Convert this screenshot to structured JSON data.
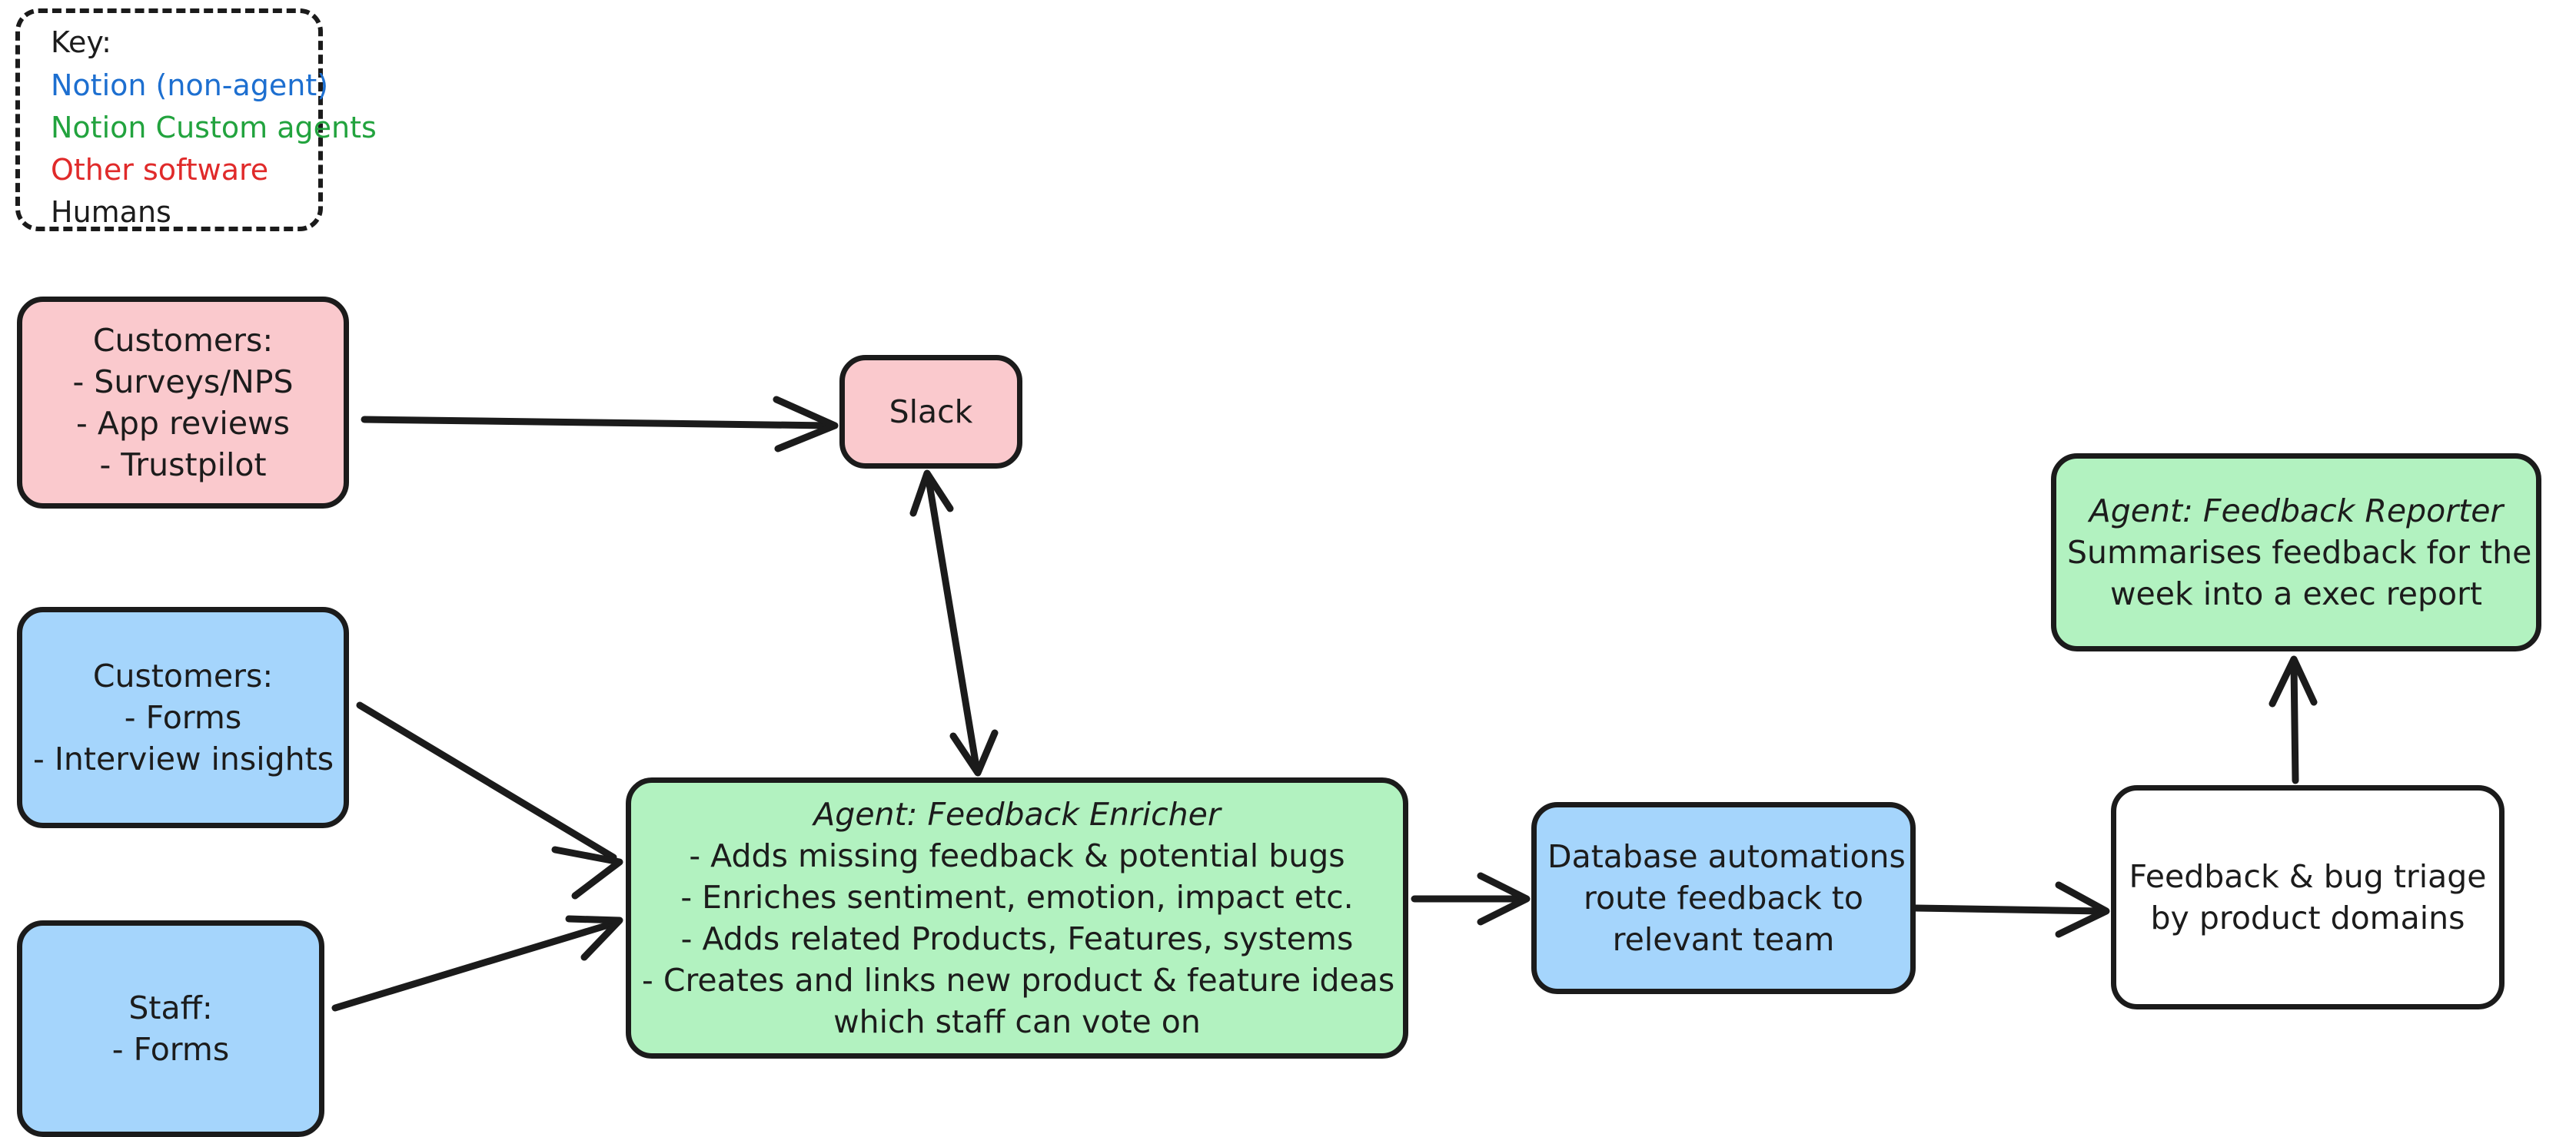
{
  "diagram": {
    "title": "Notion feedback pipeline flow",
    "colors": {
      "pink": "#fac9cd",
      "blue": "#a5d5fc",
      "green": "#b2f2c0",
      "white": "#ffffff",
      "stroke": "#1b1b1b",
      "key_blue_text": "#1d6fd0",
      "key_green_text": "#22a33e",
      "key_red_text": "#e02a2a",
      "key_black_text": "#1c1c1c"
    }
  },
  "key": {
    "title": "Key:",
    "items": [
      {
        "label": "Notion (non-agent)",
        "color": "#1d6fd0"
      },
      {
        "label": "Notion Custom agents",
        "color": "#22a33e"
      },
      {
        "label": "Other software",
        "color": "#e02a2a"
      },
      {
        "label": "Humans",
        "color": "#1c1c1c"
      }
    ]
  },
  "nodes": {
    "customers_pink": {
      "category": "Other software",
      "fill": "#fac9cd",
      "lines": [
        "Customers:",
        "- Surveys/NPS",
        "- App reviews",
        "- Trustpilot"
      ]
    },
    "slack": {
      "category": "Other software",
      "fill": "#fac9cd",
      "lines": [
        "Slack"
      ]
    },
    "customers_blue": {
      "category": "Notion (non-agent)",
      "fill": "#a5d5fc",
      "lines": [
        "Customers:",
        "- Forms",
        "- Interview insights"
      ]
    },
    "staff": {
      "category": "Notion (non-agent)",
      "fill": "#a5d5fc",
      "lines": [
        "Staff:",
        "- Forms"
      ]
    },
    "feedback_enricher": {
      "category": "Notion Custom agents",
      "fill": "#b2f2c0",
      "lines": [
        "Agent: Feedback Enricher",
        "- Adds missing feedback & potential bugs",
        "- Enriches sentiment, emotion, impact etc.",
        "- Adds related Products, Features, systems",
        "- Creates and links new product & feature ideas",
        "which staff can vote on"
      ]
    },
    "db_automations": {
      "category": "Notion (non-agent)",
      "fill": "#a5d5fc",
      "lines": [
        "Database automations",
        "route feedback to",
        "relevant team"
      ]
    },
    "triage": {
      "category": "Humans",
      "fill": "#ffffff",
      "lines": [
        "Feedback & bug triage",
        "by product domains"
      ]
    },
    "feedback_reporter": {
      "category": "Notion Custom agents",
      "fill": "#b2f2c0",
      "lines": [
        "Agent: Feedback Reporter",
        "Summarises feedback for the",
        "week into a exec report"
      ]
    }
  },
  "edges": [
    {
      "from": "customers_pink",
      "to": "slack",
      "style": "single-arrow"
    },
    {
      "from": "customers_blue",
      "to": "feedback_enricher",
      "style": "single-arrow"
    },
    {
      "from": "staff",
      "to": "feedback_enricher",
      "style": "single-arrow"
    },
    {
      "from": "slack",
      "to": "feedback_enricher",
      "style": "double-arrow"
    },
    {
      "from": "feedback_enricher",
      "to": "db_automations",
      "style": "single-arrow"
    },
    {
      "from": "db_automations",
      "to": "triage",
      "style": "single-arrow"
    },
    {
      "from": "triage",
      "to": "feedback_reporter",
      "style": "single-arrow"
    }
  ]
}
